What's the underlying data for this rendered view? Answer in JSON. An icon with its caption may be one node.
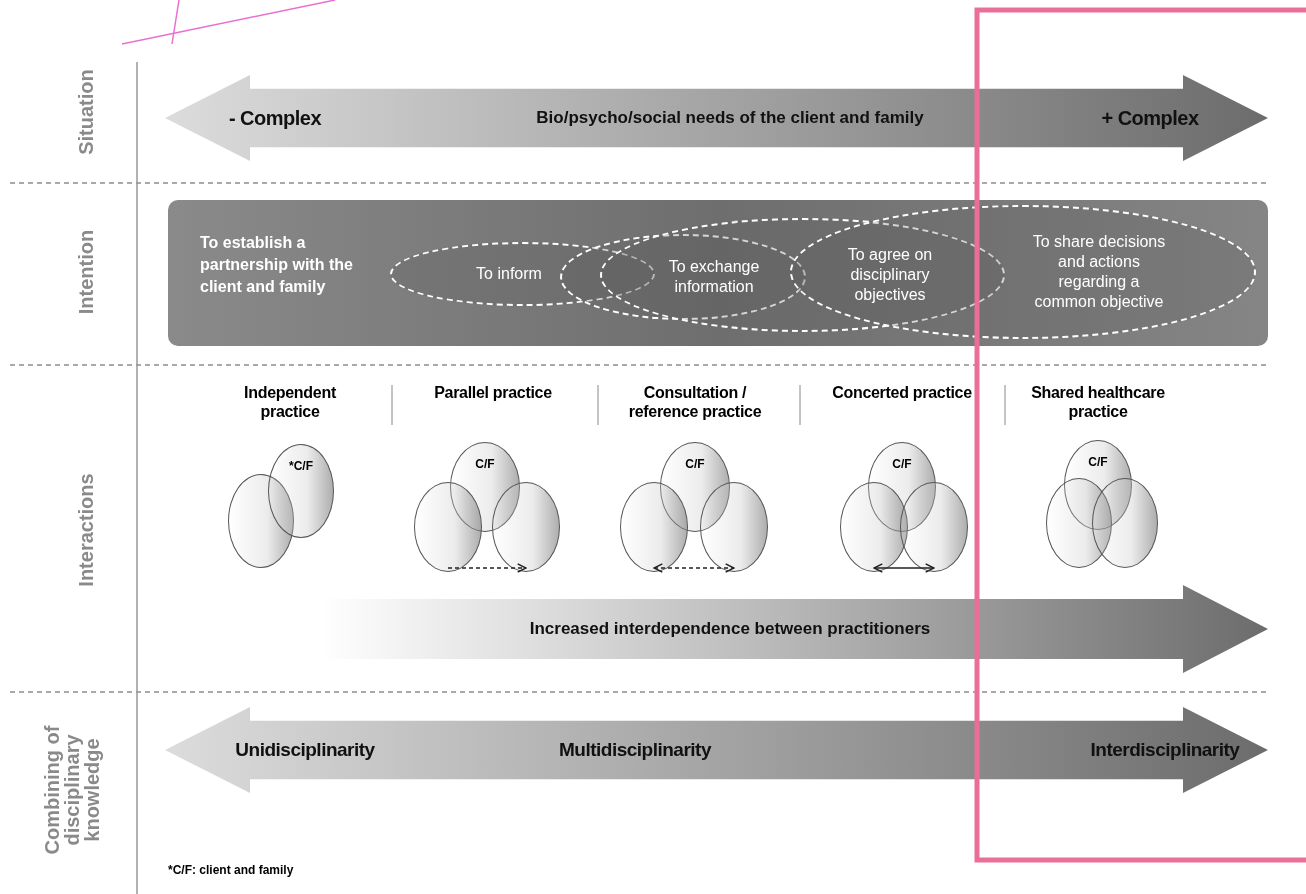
{
  "diagram": {
    "nodes": [
      {
        "text": [
          "- Complex",
          "Bio/psycho/social needs of the client and family",
          "+ Complex"
        ]
      },
      {
        "text": [
          "To establish a partnership with the client and family"
        ]
      },
      {
        "text": [
          "To inform"
        ],
        "in": 1
      },
      {
        "text": [
          "To exchange information"
        ],
        "in": 1
      },
      {
        "text": [
          "To agree on disciplinary objectives"
        ],
        "in": 1
      },
      {
        "text": [
          "To share decisions and actions regarding a common objective"
        ],
        "in": 1
      },
      {
        "text": [],
        "shape": "circle"
      },
      {
        "text": [
          "*C/F"
        ]
      },
      {
        "text": [
          "C/F"
        ]
      },
      {
        "text": [],
        "shape": "circle"
      },
      {
        "text": [],
        "shape": "circle"
      },
      {
        "text": [
          "C/F"
        ]
      },
      {
        "text": [],
        "shape": "circle"
      },
      {
        "text": [],
        "shape": "circle"
      },
      {
        "text": [
          "C/F"
        ]
      },
      {
        "text": [],
        "shape": "circle"
      },
      {
        "text": [],
        "shape": "circle"
      },
      {
        "text": [
          "C/F"
        ]
      },
      {
        "text": [],
        "shape": "circle"
      },
      {
        "text": [],
        "shape": "circle"
      },
      {
        "text": [
          "Increased interdependence between practitioners"
        ]
      },
      {
        "text": [
          "Unidisciplinarity",
          "Multidisciplinarity",
          "Interdisciplinarity"
        ]
      }
    ],
    "edges": [
      {
        "from": 9,
        "to": 10,
        "arrow": "to",
        "style": "dashed"
      },
      {
        "from": 12,
        "to": 13,
        "arrow": "both",
        "style": "dashed"
      },
      {
        "from": 15,
        "to": 16,
        "arrow": "both"
      }
    ],
    "labels": [
      "Situation",
      "Intention",
      "Interactions",
      "Independent practice",
      "Parallel practice",
      "Consultation / reference practice",
      "Concerted practice",
      "Shared healthcare practice",
      "Combining of disciplinary knowledge",
      "*C/F: client and family"
    ]
  }
}
